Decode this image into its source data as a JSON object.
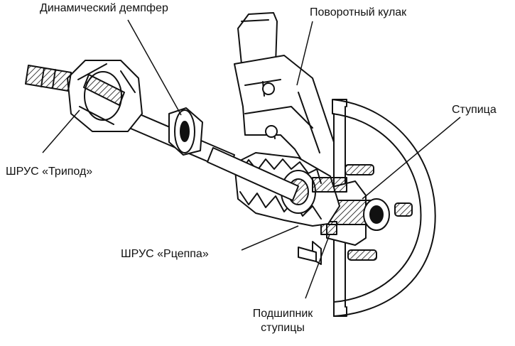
{
  "labels": {
    "damper": "Динамический демпфер",
    "knuckle": "Поворотный кулак",
    "hub": "Ступица",
    "tripod": "ШРУС «Трипод»",
    "rzeppa": "ШРУС «Рцеппа»",
    "bearing_line1": "Подшипник",
    "bearing_line2": "ступицы"
  },
  "colors": {
    "ink": "#111111",
    "paper": "#ffffff",
    "shade": "#bdbdbd"
  }
}
